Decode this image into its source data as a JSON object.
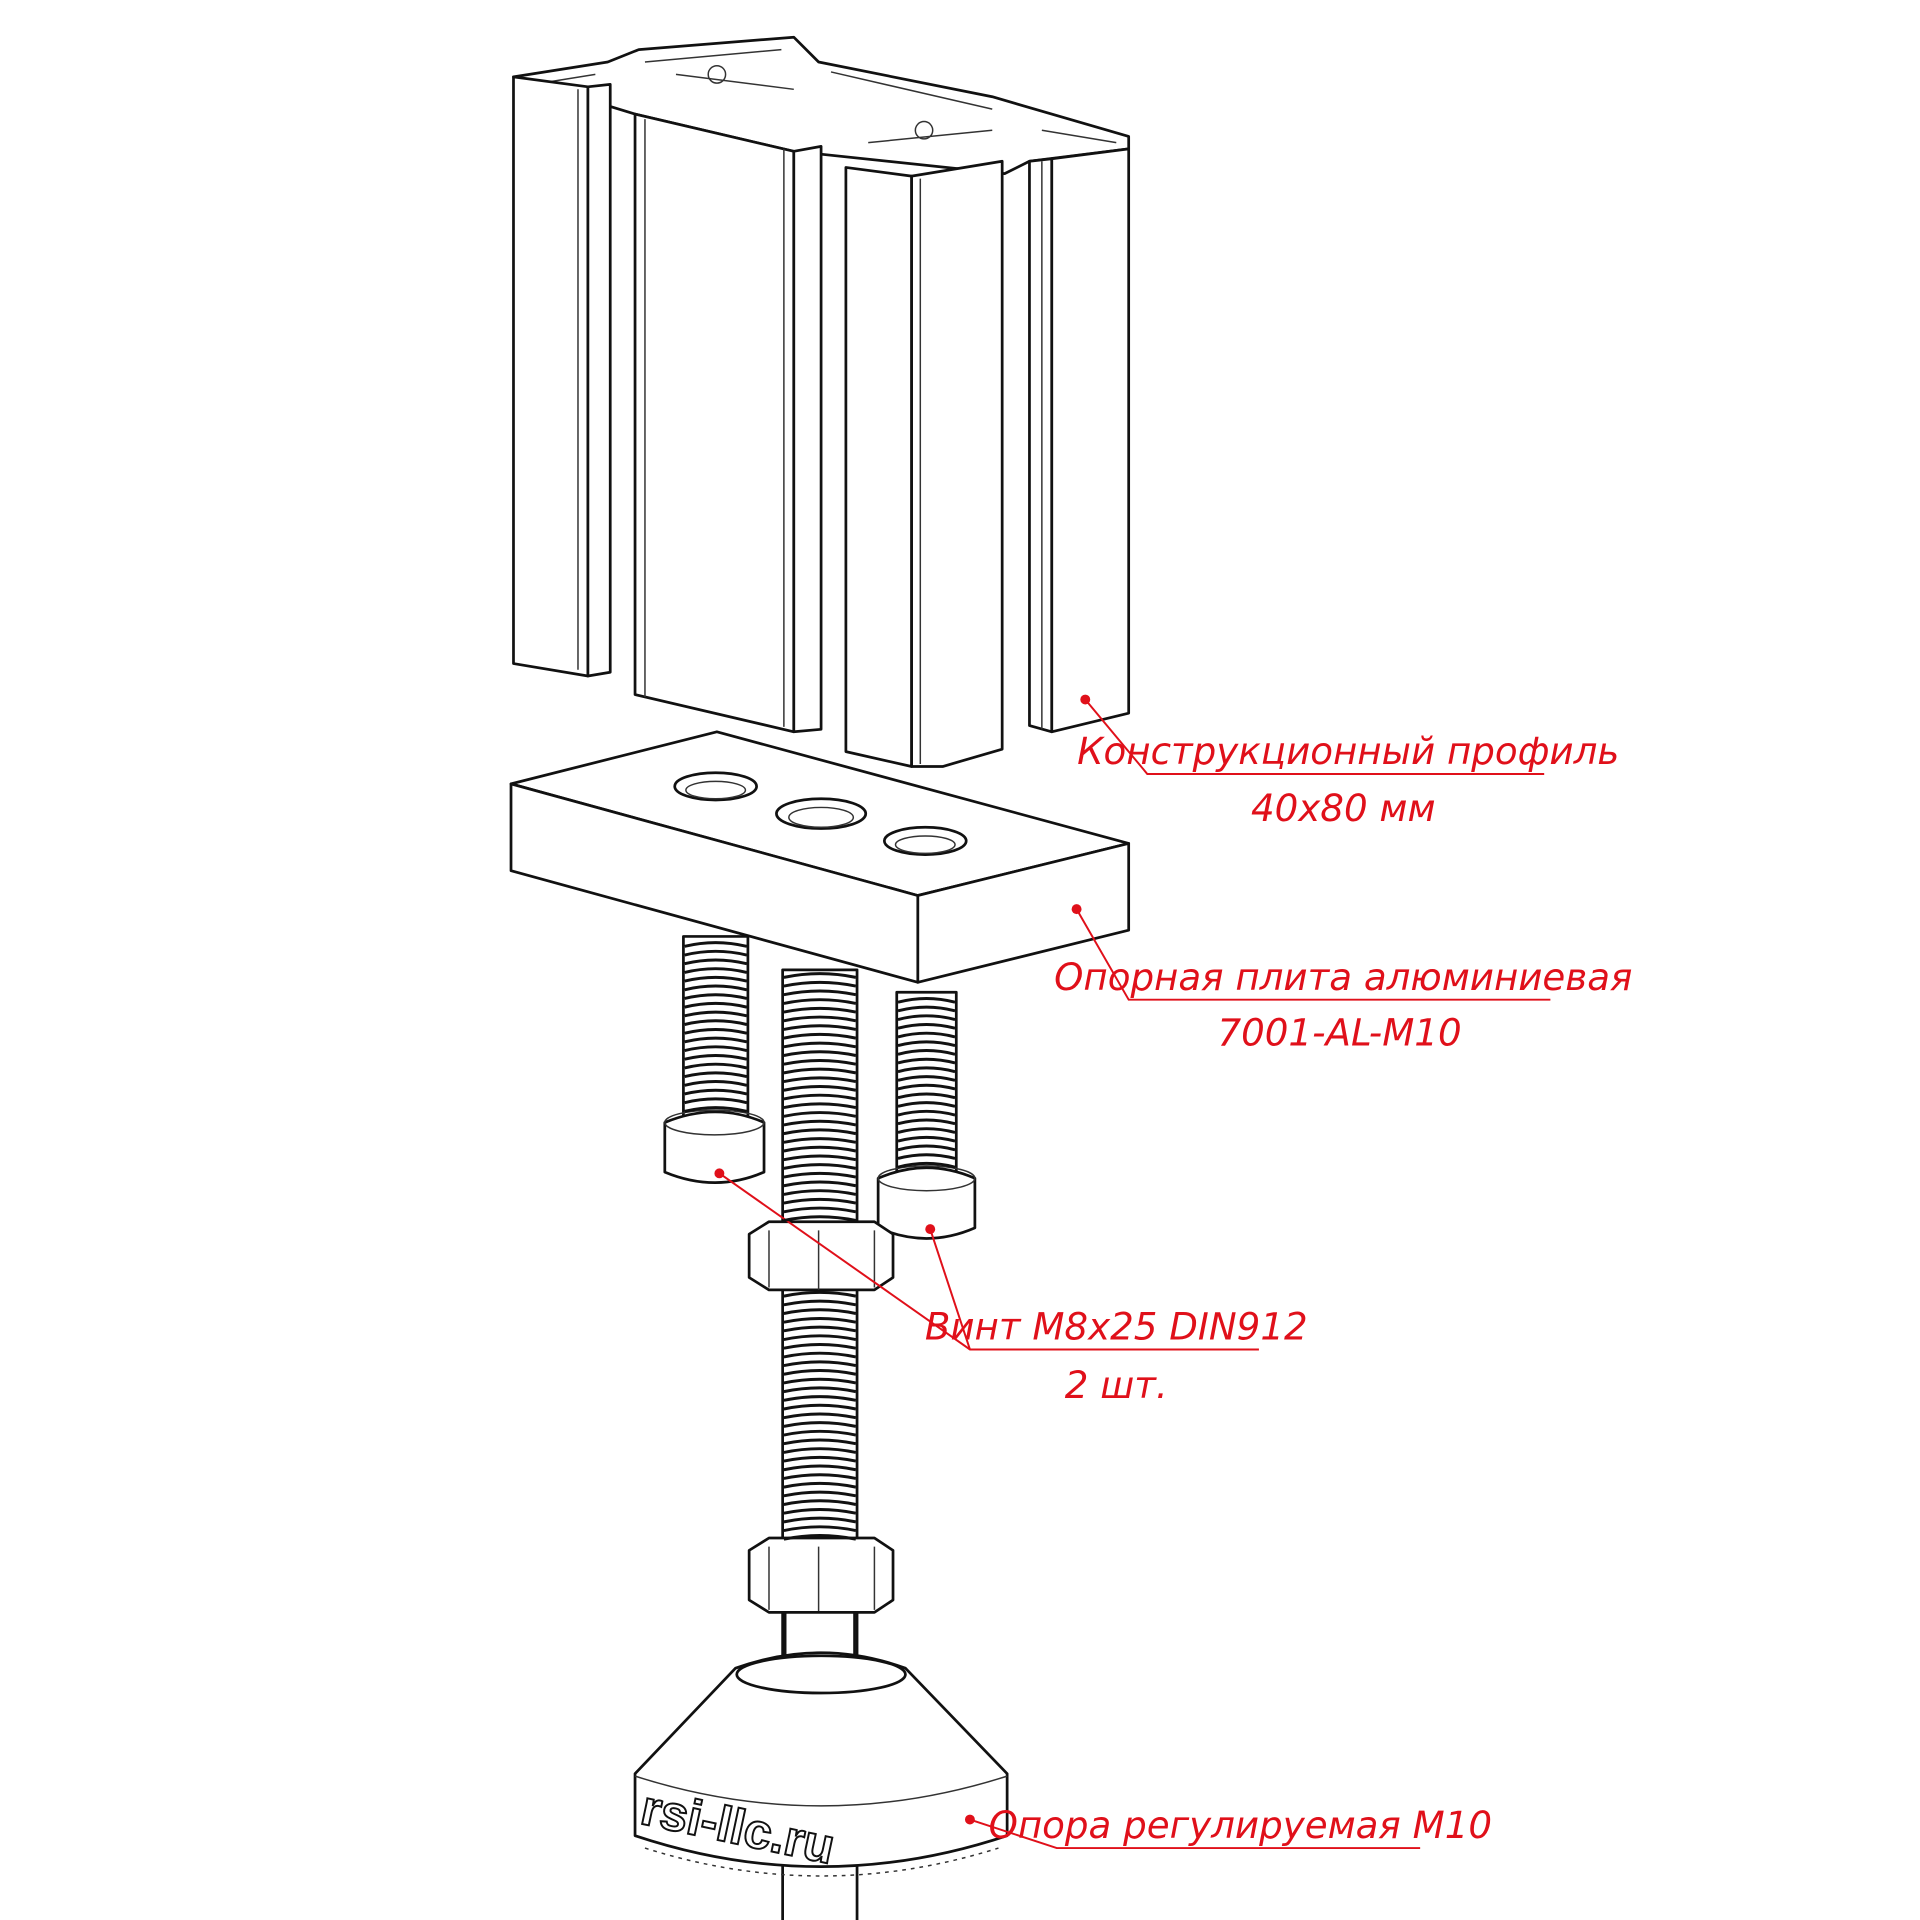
{
  "labels": {
    "profile": {
      "title": "Конструкционный профиль",
      "sub": "40x80 мм"
    },
    "plate": {
      "title": "Опорная плита алюминиевая",
      "sub": "7001-AL-M10"
    },
    "screw": {
      "title": "Винт М8х25 DIN912",
      "sub": "2 шт."
    },
    "foot": {
      "title": "Опора регулируемая М10"
    }
  },
  "logo_text": "rsi-llc.ru",
  "colors": {
    "annotation": "#e0101a",
    "line": "#111111"
  }
}
